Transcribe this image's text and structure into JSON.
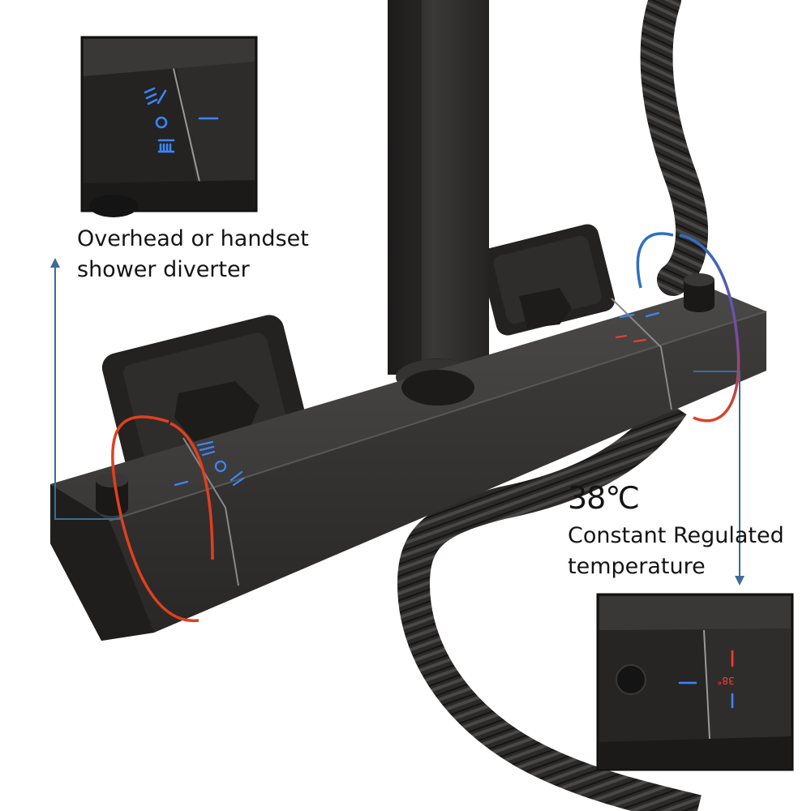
{
  "diverter_callout": {
    "line1": "Overhead or handset",
    "line2": "shower diverter"
  },
  "temperature_callout": {
    "value": "38℃",
    "line1": "Constant Regulated",
    "line2": "temperature"
  },
  "thermostat_inset": {
    "dial_reading": "38°"
  },
  "colors": {
    "body": "#2e2c2b",
    "body_dark": "#1c1b1a",
    "hot_ring": "#e0401e",
    "cold_ring": "#2f6fc0",
    "indicator_blue": "#3a86ff",
    "indicator_red": "#ff3b2f",
    "arrow_line": "#3d6c98"
  },
  "icons": [
    "diverter-overhead-icon",
    "diverter-off-icon",
    "diverter-handset-icon",
    "push-button-icon"
  ]
}
